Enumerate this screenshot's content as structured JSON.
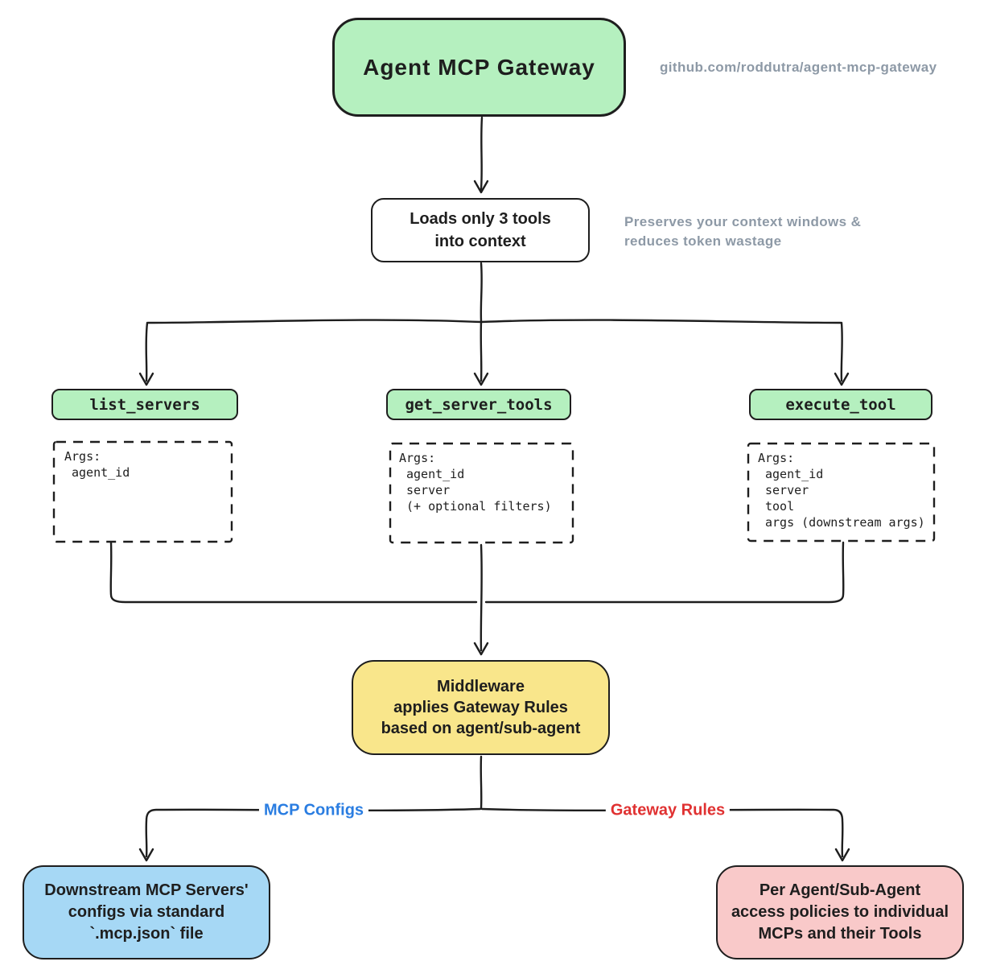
{
  "colors": {
    "node_green": "#b5f0bf",
    "node_yellow": "#f9e68b",
    "node_blue": "#a6d8f5",
    "node_pink": "#f9c9c9",
    "ink": "#1e1e1e",
    "note_gray": "#8d99a6",
    "label_blue": "#2a7de1",
    "label_red": "#e03131"
  },
  "header": {
    "title": "Agent MCP Gateway",
    "repo_link": "github.com/roddutra/agent-mcp-gateway"
  },
  "loads_node": {
    "lines": [
      "Loads only 3 tools",
      "into context"
    ]
  },
  "loads_note": {
    "lines": [
      "Preserves your context windows &",
      "reduces token wastage"
    ]
  },
  "tools": [
    {
      "name": "list_servers",
      "args_title": "Args:",
      "args": [
        "agent_id"
      ]
    },
    {
      "name": "get_server_tools",
      "args_title": "Args:",
      "args": [
        "agent_id",
        "server",
        "(+ optional filters)"
      ]
    },
    {
      "name": "execute_tool",
      "args_title": "Args:",
      "args": [
        "agent_id",
        "server",
        "tool",
        "args (downstream args)"
      ]
    }
  ],
  "middleware_node": {
    "lines": [
      "Middleware",
      "applies Gateway Rules",
      "based on agent/sub-agent"
    ]
  },
  "edge_labels": {
    "left": "MCP Configs",
    "right": "Gateway Rules"
  },
  "configs_node": {
    "lines": [
      "Downstream MCP Servers'",
      "configs via standard",
      "`.mcp.json` file"
    ]
  },
  "policies_node": {
    "lines": [
      "Per Agent/Sub-Agent",
      "access policies to individual",
      "MCPs and their Tools"
    ]
  }
}
